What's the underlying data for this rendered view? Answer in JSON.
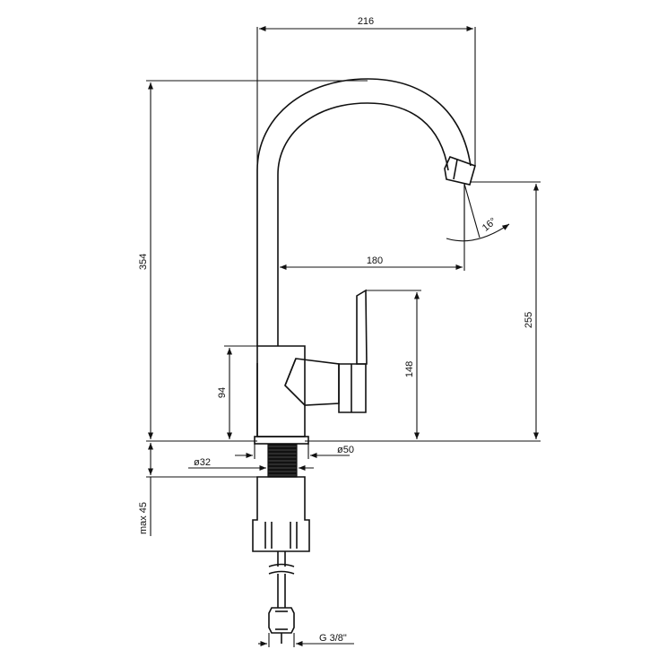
{
  "dimensions": {
    "overall_reach": "216",
    "total_height": "354",
    "spout_projection": "180",
    "spout_clearance_height": "255",
    "lever_height": "148",
    "body_height": "94",
    "base_diameter": "ø50",
    "shank_diameter": "ø32",
    "max_mounting_thickness": "max 45",
    "connection_thread": "G 3/8\"",
    "aerator_swivel_angle": "16°"
  }
}
